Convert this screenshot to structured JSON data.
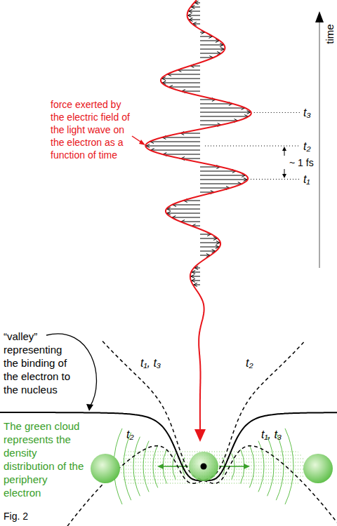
{
  "diagram": {
    "labels": [
      "time",
      "t₃",
      "t₂",
      "~ 1 fs",
      "t₁",
      "force exerted by the electric field of the light wave on the electron as a function of time",
      "t₁, t₃",
      "t₂",
      "“valley” representing the binding of the electron to the nucleus",
      "The green cloud represents the density distribution of the periphery electron",
      "t₂",
      "t₁, t₃",
      "Fig. 2"
    ]
  }
}
